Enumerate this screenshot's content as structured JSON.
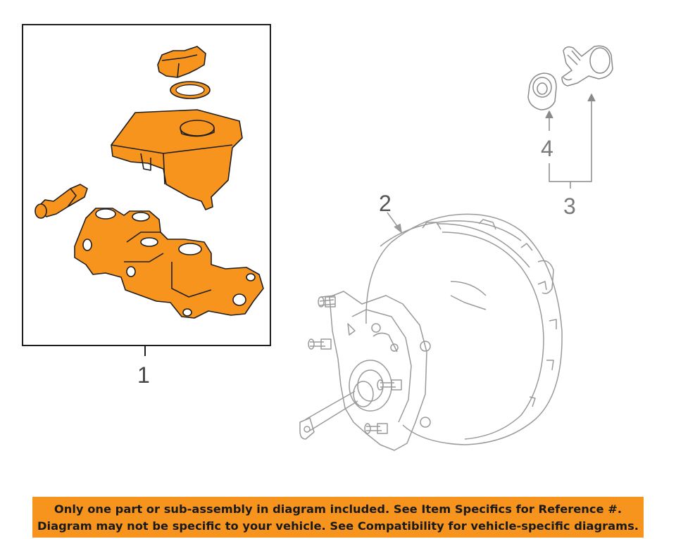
{
  "callouts": {
    "part1": "1",
    "part2": "2",
    "part3": "3",
    "part4": "4"
  },
  "notice": {
    "line1": "Only one part or sub-assembly in diagram included. See Item Specifics for Reference #.",
    "line2": "Diagram may not be specific to your vehicle. See Compatibility for vehicle-specific diagrams."
  },
  "colors": {
    "highlight": "#f7941d",
    "notice_bg": "#f7941d",
    "outline": "#1e1e1e",
    "grey_part": "#9a9a9a"
  }
}
